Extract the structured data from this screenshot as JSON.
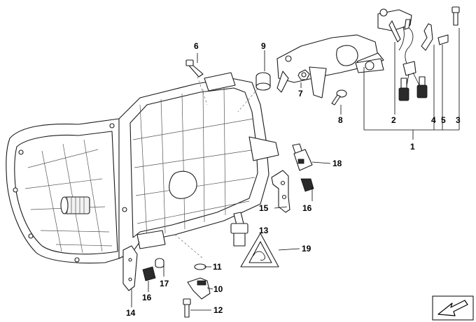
{
  "callouts": [
    {
      "id": "c1",
      "label": "1"
    },
    {
      "id": "c2",
      "label": "2"
    },
    {
      "id": "c3",
      "label": "3"
    },
    {
      "id": "c4",
      "label": "4"
    },
    {
      "id": "c5",
      "label": "5"
    },
    {
      "id": "c6",
      "label": "6"
    },
    {
      "id": "c7",
      "label": "7"
    },
    {
      "id": "c8",
      "label": "8"
    },
    {
      "id": "c9",
      "label": "9"
    },
    {
      "id": "c10",
      "label": "10"
    },
    {
      "id": "c11",
      "label": "11"
    },
    {
      "id": "c12",
      "label": "12"
    },
    {
      "id": "c13",
      "label": "13"
    },
    {
      "id": "c14",
      "label": "14"
    },
    {
      "id": "c15",
      "label": "15"
    },
    {
      "id": "c16a",
      "label": "16"
    },
    {
      "id": "c16b",
      "label": "16"
    },
    {
      "id": "c17",
      "label": "17"
    },
    {
      "id": "c18",
      "label": "18"
    },
    {
      "id": "c19",
      "label": "19"
    }
  ],
  "icons": {
    "corner": "navigation-arrow-icon",
    "warning": "warning-triangle-icon"
  }
}
